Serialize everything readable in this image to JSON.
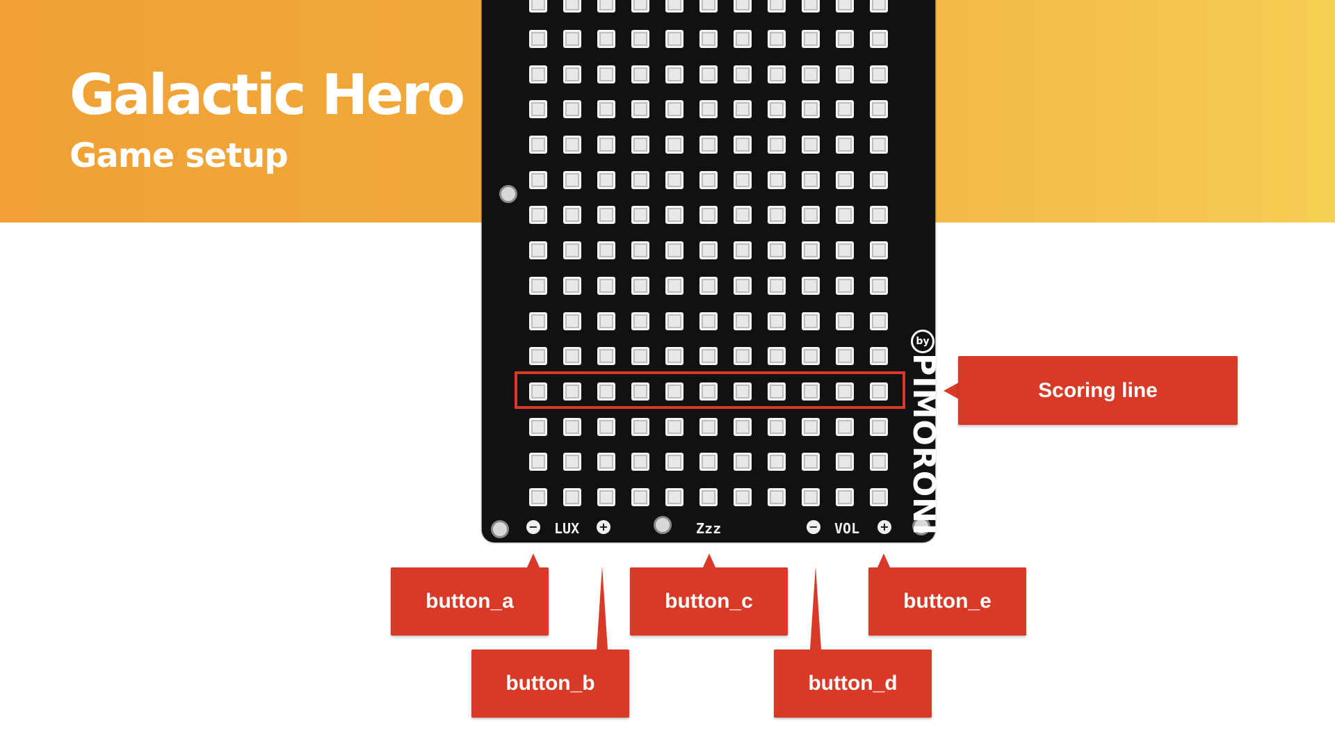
{
  "slide": {
    "title": "Galactic Hero",
    "subtitle": "Game setup"
  },
  "board": {
    "brand": "PIMORONI",
    "brand_prefix": "by",
    "labels": {
      "lux": "LUX",
      "zzz": "Zzz",
      "vol": "VOL"
    },
    "button_symbols": {
      "minus": "−",
      "plus": "+"
    },
    "led_grid": {
      "columns": 11,
      "rows": 15
    }
  },
  "callouts": {
    "scoring_line": "Scoring line",
    "button_a": "button_a",
    "button_b": "button_b",
    "button_c": "button_c",
    "button_d": "button_d",
    "button_e": "button_e"
  },
  "colors": {
    "banner_start": "#f0a035",
    "banner_end": "#f6cf53",
    "callout": "#d93a27",
    "board": "#111111",
    "led": "#e8e8e8"
  }
}
